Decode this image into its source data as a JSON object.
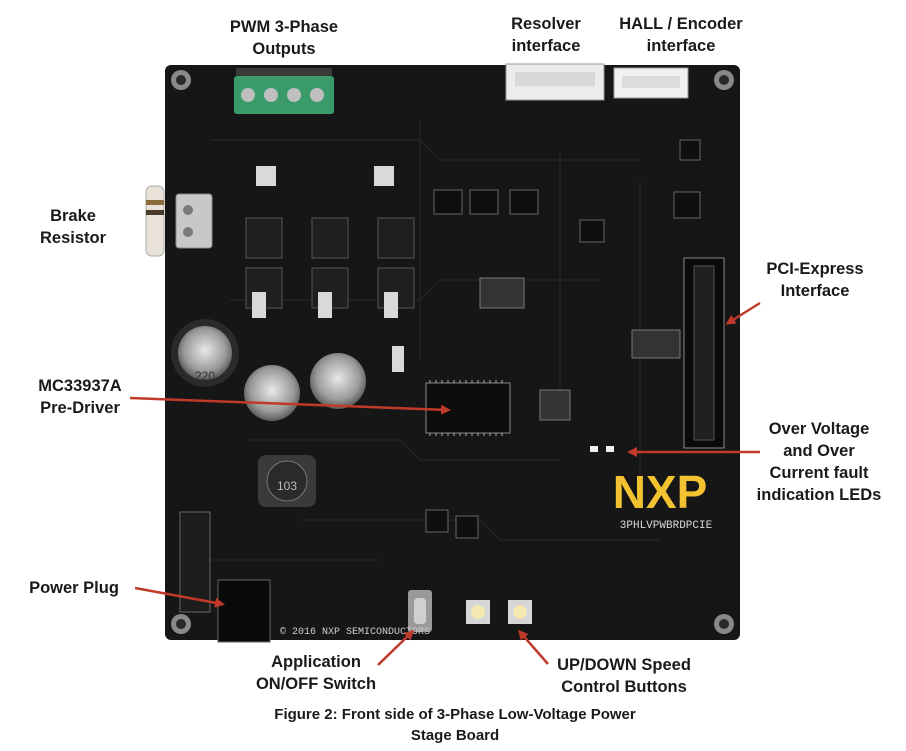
{
  "labels": {
    "pwm": "PWM 3-Phase\nOutputs",
    "resolver": "Resolver\ninterface",
    "hall": "HALL / Encoder\ninterface",
    "brake": "Brake\nResistor",
    "pcie": "PCI-Express\nInterface",
    "predriver": "MC33937A\nPre-Driver",
    "fault_leds": "Over Voltage\nand Over\nCurrent fault\nindication LEDs",
    "power_plug": "Power Plug",
    "onoff_switch": "Application\nON/OFF Switch",
    "updown_buttons": "UP/DOWN Speed\nControl Buttons"
  },
  "caption": "Figure 2: Front side of 3-Phase Low-Voltage Power\nStage Board",
  "board_text": {
    "logo": "NXP",
    "part_number": "3PHLVPWBRDPCIE",
    "copyright": "© 2016 NXP SEMICONDUCTORS",
    "inductor": "103",
    "capacitor": "220"
  },
  "colors": {
    "pcb": "#161616",
    "logo": "#f2c230",
    "terminal": "#3a9a6a",
    "arrow": "#c0392b"
  }
}
